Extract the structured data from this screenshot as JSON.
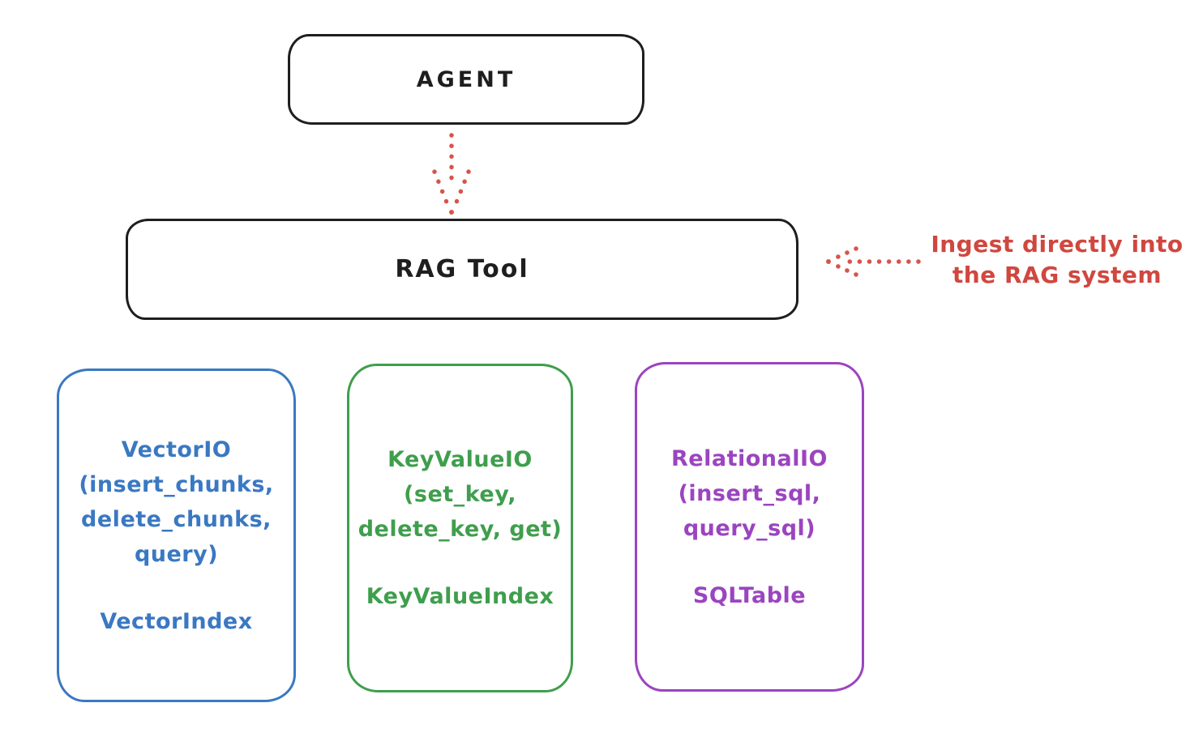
{
  "diagram": {
    "background": "#ffffff",
    "colors": {
      "ink": "#1e1e1e",
      "red": "#d0473f",
      "blue": "#3a78c2",
      "green": "#3f9e4d",
      "purple": "#9b44c0"
    },
    "nodes": {
      "agent": {
        "label": "AGENT"
      },
      "rag_tool": {
        "label": "RAG Tool"
      },
      "vector_io": {
        "color": "#3a78c2",
        "lines": [
          "VectorIO",
          "(insert_chunks,",
          "delete_chunks,",
          "query)"
        ],
        "index_label": "VectorIndex"
      },
      "key_value_io": {
        "color": "#3f9e4d",
        "lines": [
          "KeyValueIO",
          "(set_key,",
          "delete_key, get)"
        ],
        "index_label": "KeyValueIndex"
      },
      "relational_io": {
        "color": "#9b44c0",
        "lines": [
          "RelationalIO",
          "(insert_sql,",
          "query_sql)"
        ],
        "index_label": "SQLTable"
      }
    },
    "arrows": {
      "agent_to_rag": {
        "style": "dotted",
        "color": "#d9534b",
        "direction": "down"
      },
      "ingest_into_rag": {
        "style": "dotted",
        "color": "#d9534b",
        "direction": "left"
      }
    },
    "annotation": {
      "line1": "Ingest directly into",
      "line2": "the RAG system",
      "color": "#d0473f"
    }
  }
}
